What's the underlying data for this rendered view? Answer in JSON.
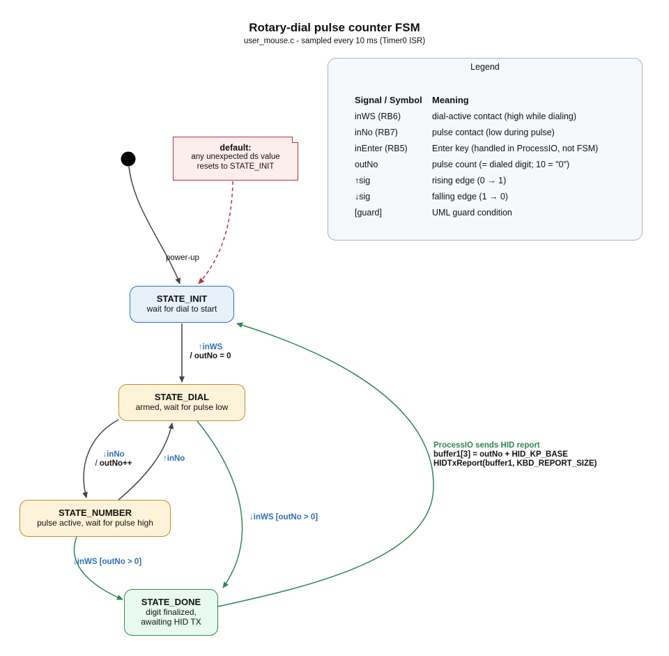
{
  "header": {
    "title": "Rotary-dial pulse counter FSM",
    "subtitle": "user_mouse.c - sampled every 10 ms (Timer0 ISR)"
  },
  "legend": {
    "title": "Legend",
    "col_symbol": "Signal / Symbol",
    "col_meaning": "Meaning",
    "rows": [
      {
        "symbol": "inWS (RB6)",
        "meaning": "dial-active contact (high while dialing)"
      },
      {
        "symbol": "inNo (RB7)",
        "meaning": "pulse contact (low during pulse)"
      },
      {
        "symbol": "inEnter (RB5)",
        "meaning": "Enter key (handled in ProcessIO, not FSM)"
      },
      {
        "symbol": "outNo",
        "meaning": "pulse count (= dialed digit; 10 = \"0\")"
      },
      {
        "symbol": "↑sig",
        "meaning": "rising edge  (0 → 1)"
      },
      {
        "symbol": "↓sig",
        "meaning": "falling edge (1 → 0)"
      },
      {
        "symbol": "[guard]",
        "meaning": "UML guard condition"
      }
    ]
  },
  "note": {
    "heading": "default:",
    "line1": "any unexpected ds value",
    "line2": "resets to STATE_INIT"
  },
  "states": {
    "init": {
      "name": "STATE_INIT",
      "desc": "wait for dial to start"
    },
    "dial": {
      "name": "STATE_DIAL",
      "desc": "armed, wait for pulse low"
    },
    "number": {
      "name": "STATE_NUMBER",
      "desc": "pulse active, wait for pulse high"
    },
    "done": {
      "name": "STATE_DONE",
      "desc1": "digit finalized,",
      "desc2": "awaiting HID TX"
    }
  },
  "transitions": {
    "power_up": "power-up",
    "init_to_dial": {
      "trigger": "↑inWS",
      "action": "/ outNo = 0"
    },
    "dial_to_number": {
      "trigger": "↓inNo",
      "action_prefix": "/ ",
      "action": "outNo++"
    },
    "number_to_dial": {
      "trigger": "↑inNo"
    },
    "dial_to_done": {
      "trigger": "↓inWS [outNo > 0]"
    },
    "number_to_done": {
      "trigger": "↓inWS [outNo > 0]"
    },
    "done_to_init": {
      "title": "ProcessIO sends HID report",
      "line1": "buffer1[3] = outNo + HID_KP_BASE",
      "line2": "HIDTxReport(buffer1, KBD_REPORT_SIZE)"
    }
  },
  "colors": {
    "init_border": "#2f6fb3",
    "init_fill": "#e8f0fa",
    "dial_border": "#c48b2b",
    "dial_fill": "#fdf3d9",
    "done_border": "#2e8656",
    "done_fill": "#e8faef",
    "note_border": "#b5333a",
    "note_fill": "#fdeeee",
    "trigger_text": "#2f6fb3"
  }
}
